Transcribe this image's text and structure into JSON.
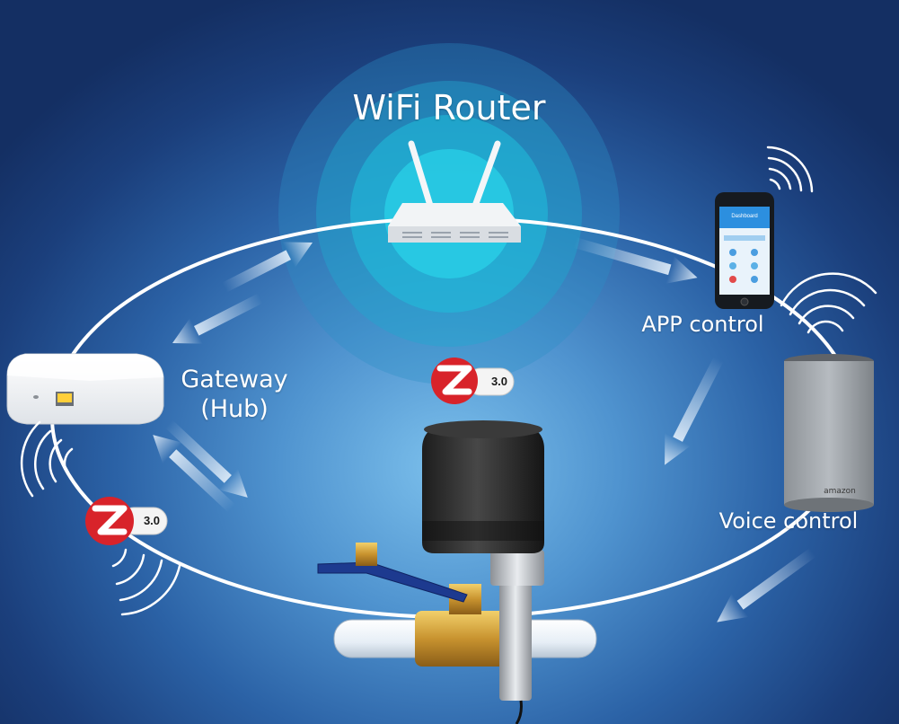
{
  "title": "WiFi Router",
  "nodes": {
    "router": {
      "label": "WiFi Router"
    },
    "gateway": {
      "line1": "Gateway",
      "line2": "(Hub)"
    },
    "app": {
      "label": "APP control",
      "screen_title": "Dashboard"
    },
    "voice": {
      "label": "Voice control",
      "brand": "amazon"
    }
  },
  "zigbee_badges": [
    {
      "version": "3.0"
    },
    {
      "version": "3.0"
    }
  ],
  "colors": {
    "background_center": "#7cc0ec",
    "background_edge": "#142f63",
    "ring": "#ffffff",
    "zigbee_red": "#d8232a",
    "router_glow": "#2ad4ea"
  },
  "icons": [
    "wifi-router-icon",
    "gateway-hub-icon",
    "smartphone-icon",
    "smart-speaker-icon",
    "valve-actuator-icon",
    "zigbee-logo-icon",
    "signal-waves-icon"
  ]
}
